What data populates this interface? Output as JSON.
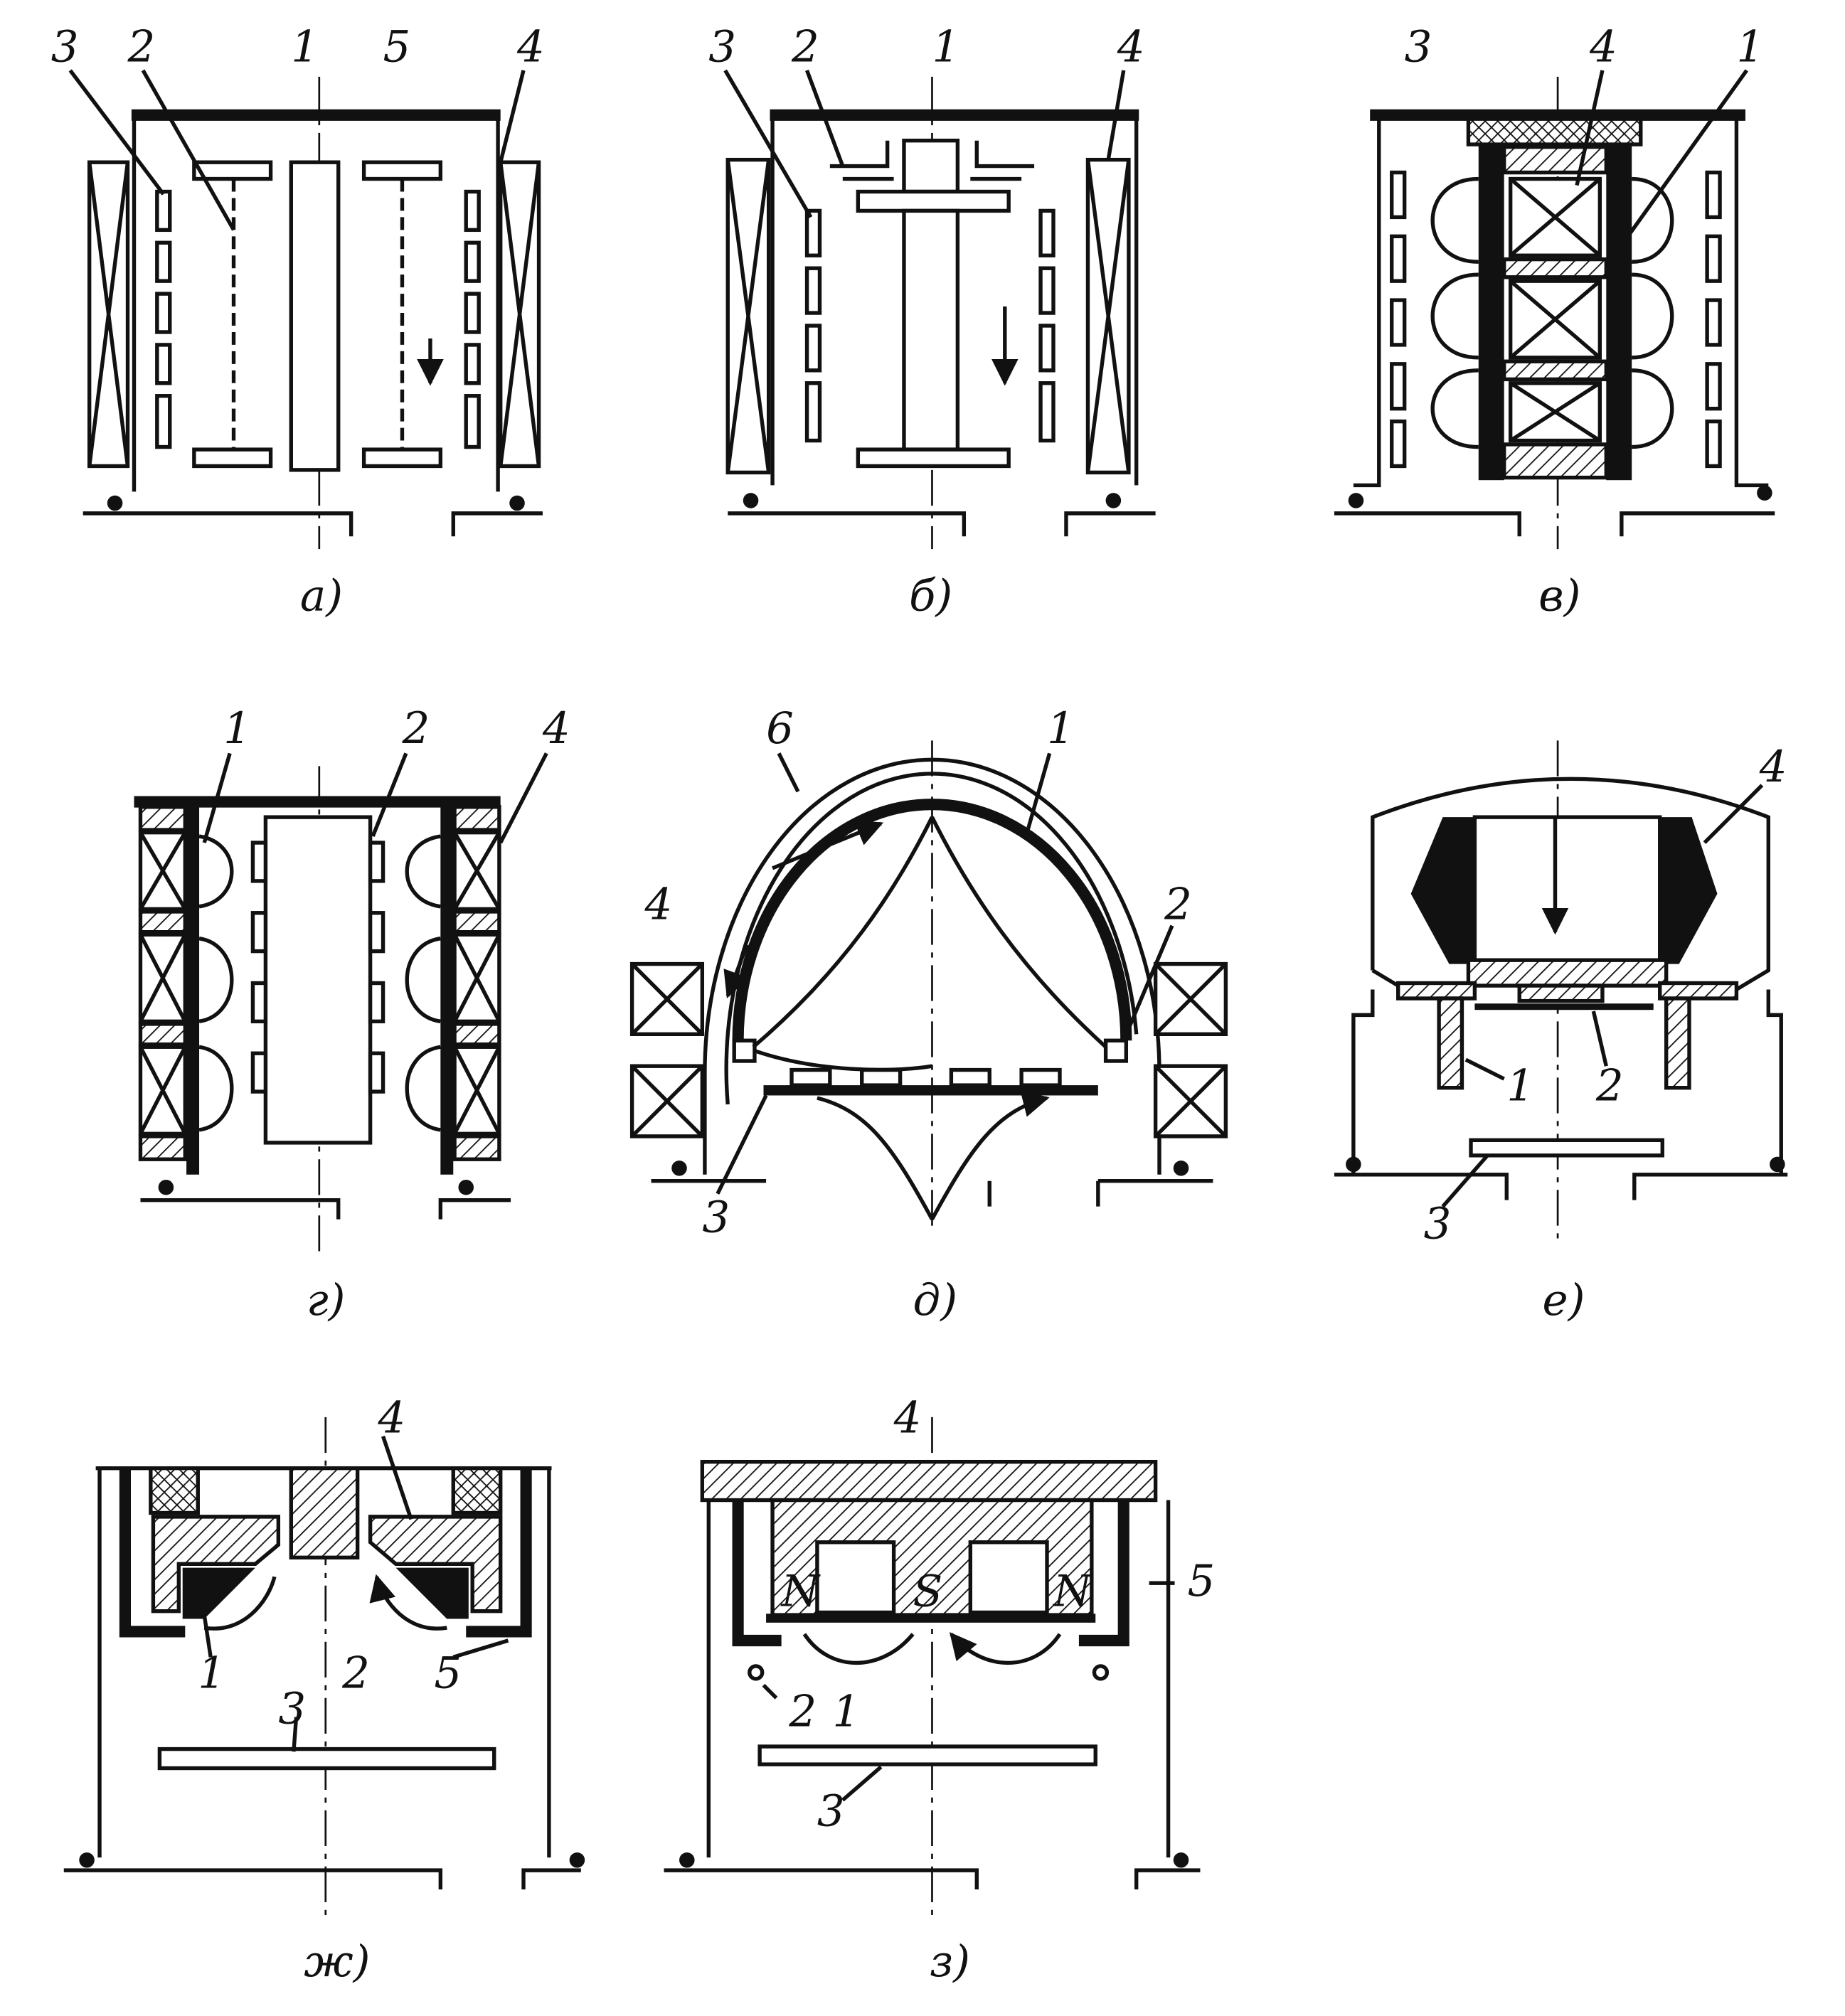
{
  "panels": {
    "a": {
      "caption": "а)",
      "labels": [
        "3",
        "2",
        "1",
        "5",
        "4"
      ]
    },
    "b": {
      "caption": "б)",
      "labels": [
        "3",
        "2",
        "1",
        "4"
      ]
    },
    "v": {
      "caption": "в)",
      "labels": [
        "3",
        "4",
        "1"
      ]
    },
    "g": {
      "caption": "г)",
      "labels": [
        "1",
        "2",
        "4"
      ]
    },
    "d": {
      "caption": "д)",
      "labels": [
        "6",
        "1",
        "4",
        "2",
        "3"
      ]
    },
    "e": {
      "caption": "е)",
      "labels": [
        "4",
        "1",
        "2",
        "3"
      ]
    },
    "zh": {
      "caption": "ж)",
      "labels": [
        "4",
        "1",
        "2",
        "3",
        "5"
      ]
    },
    "z": {
      "caption": "з)",
      "labels": [
        "4",
        "5",
        "2",
        "1",
        "3"
      ],
      "poles": [
        "N",
        "S",
        "N"
      ]
    }
  }
}
